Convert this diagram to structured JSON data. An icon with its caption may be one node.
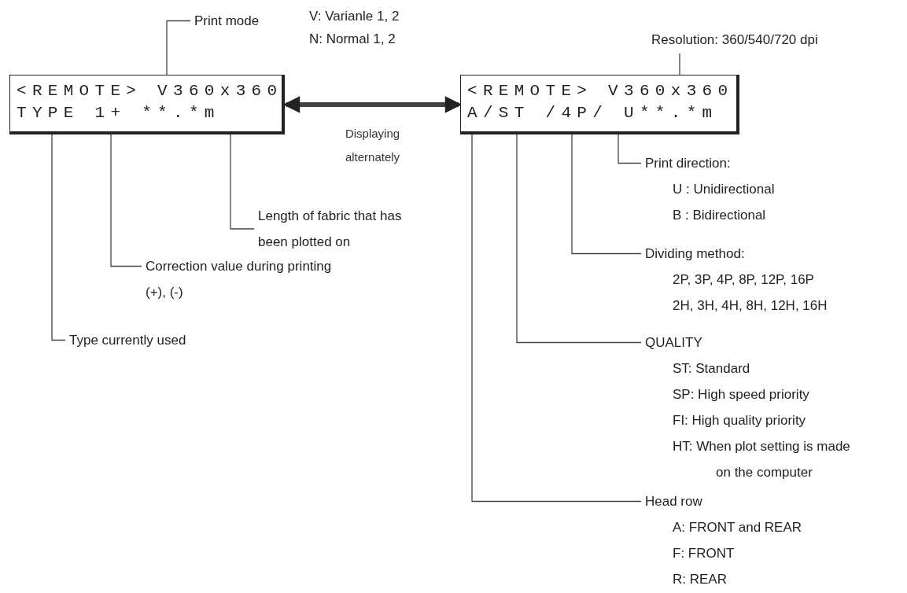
{
  "diagram": {
    "nodes": [
      {
        "text": [
          "<REMOTE> V360x360",
          "TYPE 1+ **.*m"
        ]
      },
      {
        "text": [
          "<REMOTE> V360x360",
          "A/ST /4P/ U**.*m"
        ]
      },
      {
        "text": [
          "Print mode"
        ],
        "beside": [
          "V: Varianle 1, 2",
          "N: Normal 1, 2"
        ]
      },
      {
        "text": [
          "Length of fabric that has been plotted on"
        ]
      },
      {
        "text": [
          "Correction value during printing",
          "(+), (-)"
        ]
      },
      {
        "text": [
          "Type currently used"
        ]
      },
      {
        "text": [
          "Resolution: 360/540/720 dpi"
        ]
      },
      {
        "text": [
          "Print direction:",
          "U : Unidirectional",
          "B : Bidirectional"
        ]
      },
      {
        "text": [
          "Dividing method:",
          "2P, 3P, 4P, 8P, 12P, 16P",
          "2H, 3H, 4H, 8H, 12H, 16H"
        ]
      },
      {
        "text": [
          "QUALITY",
          "ST: Standard",
          "SP: High speed priority",
          "FI: High quality priority",
          "HT: When plot setting is made on the computer"
        ]
      },
      {
        "text": [
          "Head row",
          "A: FRONT and REAR",
          "F: FRONT",
          "R: REAR"
        ]
      }
    ],
    "edges": [
      {
        "from": 2,
        "to": 0,
        "arrow": "none"
      },
      {
        "from": 6,
        "to": 1,
        "arrow": "none"
      },
      {
        "from": 0,
        "to": 1,
        "arrow": "both",
        "style": "thick",
        "label": "Displaying alternately"
      },
      {
        "from": 3,
        "to": 0,
        "arrow": "none"
      },
      {
        "from": 4,
        "to": 0,
        "arrow": "none"
      },
      {
        "from": 5,
        "to": 0,
        "arrow": "none"
      },
      {
        "from": 7,
        "to": 1,
        "arrow": "none"
      },
      {
        "from": 8,
        "to": 1,
        "arrow": "none"
      },
      {
        "from": 9,
        "to": 1,
        "arrow": "none"
      },
      {
        "from": 10,
        "to": 1,
        "arrow": "none"
      }
    ]
  }
}
